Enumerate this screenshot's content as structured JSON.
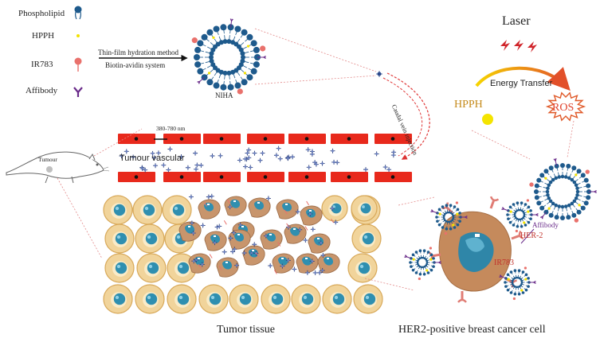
{
  "legend": {
    "phospholipid": "Phospholipid",
    "hpph": "HPPH",
    "ir783": "IR783",
    "affibody": "Affibody"
  },
  "process": {
    "line1": "Thin-film hydration method",
    "line2": "Biotin-avidin system"
  },
  "nanoparticle_label": "NIHA",
  "injection_label": "Caudal vein injection",
  "laser": {
    "title": "Laser",
    "energy_transfer": "Energy Transfer",
    "hpph": "HPPH",
    "ros": "ROS"
  },
  "vascular": {
    "gap": "380-780 nm",
    "title": "Tumour vascular"
  },
  "mouse_label": "Tumour",
  "cell_labels": {
    "affibody": "Affibody",
    "her2": "HER-2",
    "ir783": "IR783"
  },
  "captions": {
    "tissue": "Tumor tissue",
    "cell": "HER2-positive breast cancer cell"
  },
  "colors": {
    "lipid_head": "#1e5a8c",
    "hpph": "#f2e200",
    "ir783": "#e9716c",
    "affibody": "#6a2c8a",
    "vessel": "#e8291c",
    "cell_fill": "#f1d49b",
    "cell_border": "#d8a95a",
    "nucleus": "#2f8fb0",
    "tumor_cell": "#c8956c",
    "laser": "#d0242a",
    "ros": "#e05a2a"
  }
}
